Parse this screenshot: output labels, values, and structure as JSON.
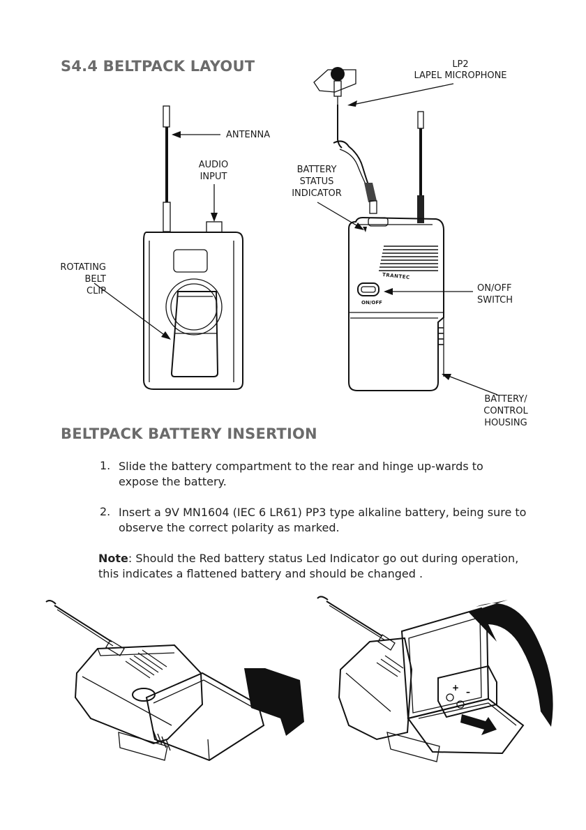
{
  "section_title": "S4.4 BELTPACK LAYOUT",
  "labels": {
    "lp2": "LP2",
    "lapel_mic": "LAPEL MICROPHONE",
    "antenna": "ANTENNA",
    "audio_input": [
      "AUDIO",
      "INPUT"
    ],
    "battery_status": [
      "BATTERY",
      "STATUS",
      "INDICATOR"
    ],
    "rotating_clip": [
      "ROTATING",
      "BELT",
      "CLIP"
    ],
    "on_off_switch": [
      "ON/OFF",
      "SWITCH"
    ],
    "battery_housing": [
      "BATTERY/",
      "CONTROL",
      "HOUSING"
    ],
    "device_brand": "TRANTEC",
    "device_switch_text": "ON/OFF"
  },
  "insertion_title": "BELTPACK BATTERY INSERTION",
  "steps": [
    {
      "num": "1.",
      "text": "Slide the battery compartment to the rear and hinge up-wards to expose the battery."
    },
    {
      "num": "2.",
      "text": "Insert a 9V MN1604 (IEC 6 LR61) PP3 type alkaline battery, being sure to observe the correct polarity as marked."
    }
  ],
  "note": {
    "label": "Note",
    "text": ": Should the Red battery status Led Indicator go out during operation, this indicates a flattened battery and should be changed ."
  }
}
